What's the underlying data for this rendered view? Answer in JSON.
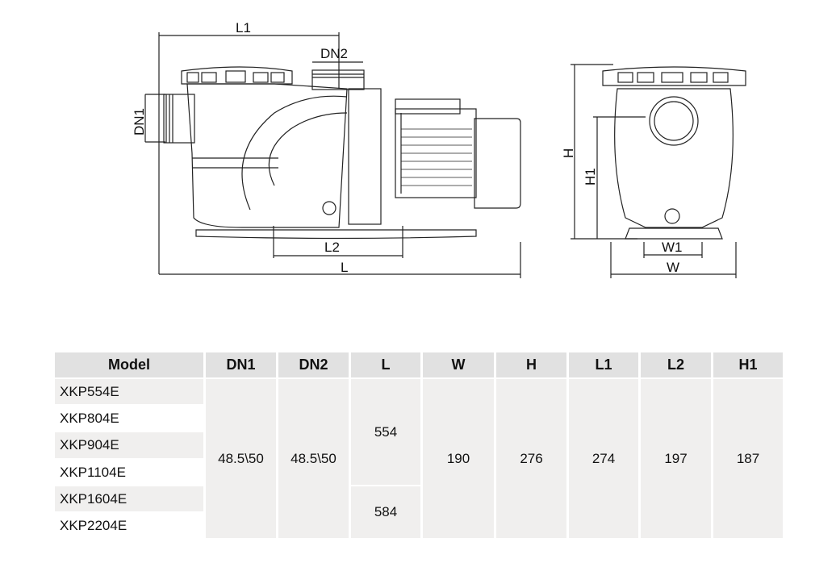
{
  "drawing": {
    "side_view_labels": {
      "L1": "L1",
      "DN2": "DN2",
      "DN1": "DN1",
      "L2": "L2",
      "L": "L"
    },
    "front_view_labels": {
      "H": "H",
      "H1": "H1",
      "W1": "W1",
      "W": "W"
    }
  },
  "table": {
    "headers": [
      "Model",
      "DN1",
      "DN2",
      "L",
      "W",
      "H",
      "L1",
      "L2",
      "H1"
    ],
    "models": [
      "XKP554E",
      "XKP804E",
      "XKP904E",
      "XKP1104E",
      "XKP1604E",
      "XKP2204E"
    ],
    "dn1": "48.5\\50",
    "dn2": "48.5\\50",
    "l_values": [
      "554",
      "584"
    ],
    "w": "190",
    "h": "276",
    "l1": "274",
    "l2": "197",
    "h1": "187"
  }
}
